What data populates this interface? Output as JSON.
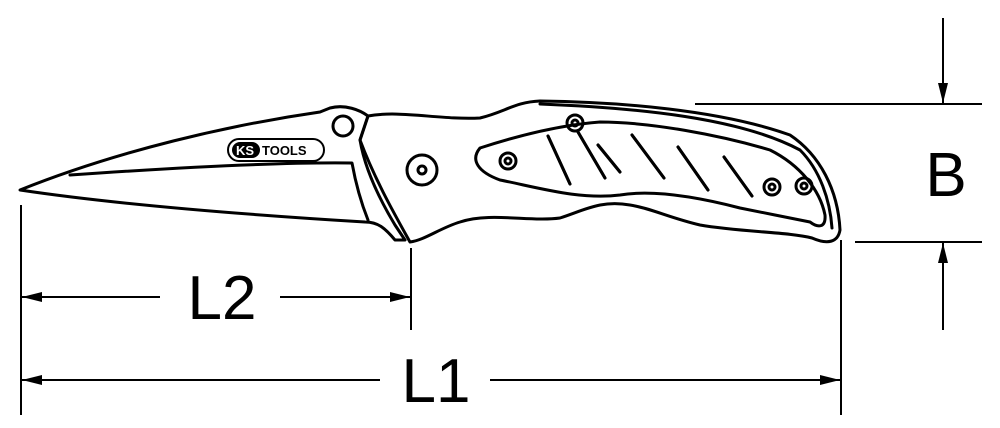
{
  "dimensions": {
    "l1": "L1",
    "l2": "L2",
    "b": "B"
  },
  "logo": {
    "brand": "KS TOOLS",
    "ks": "KS",
    "tools": "TOOLS"
  }
}
